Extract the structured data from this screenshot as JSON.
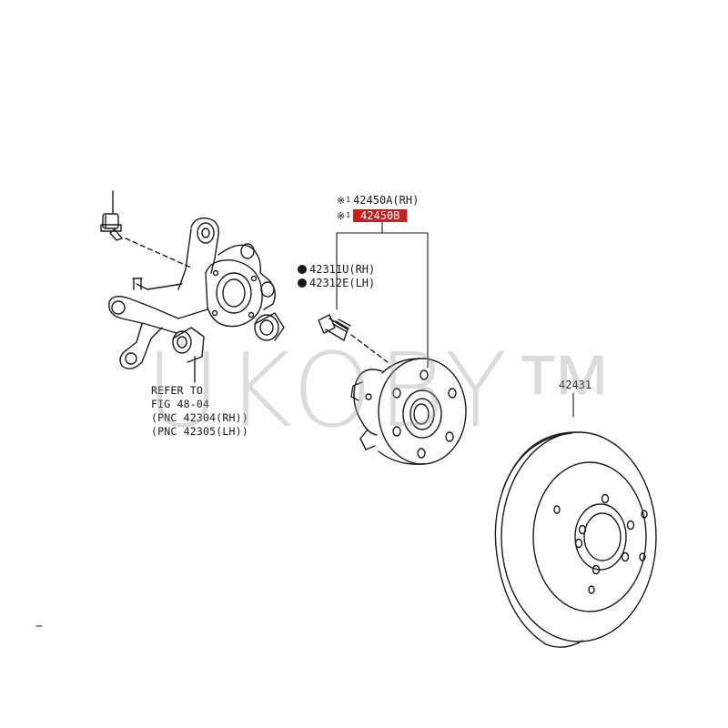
{
  "hub": {
    "mark": "※",
    "mark_num": "1",
    "part_rh": "42450A(RH)",
    "part_highlight": "42450B",
    "highlight_color": "#c8201f"
  },
  "bolt": {
    "part_rh": "42311U(RH)",
    "part_lh": "42312E(LH)"
  },
  "knuckle_ref": {
    "line1": "REFER TO",
    "line2": "FIG 48-04",
    "line3": "(PNC 42304(RH))",
    "line4": "(PNC 42305(LH))"
  },
  "disc": {
    "part": "42431"
  },
  "watermark": "UKOBY™"
}
